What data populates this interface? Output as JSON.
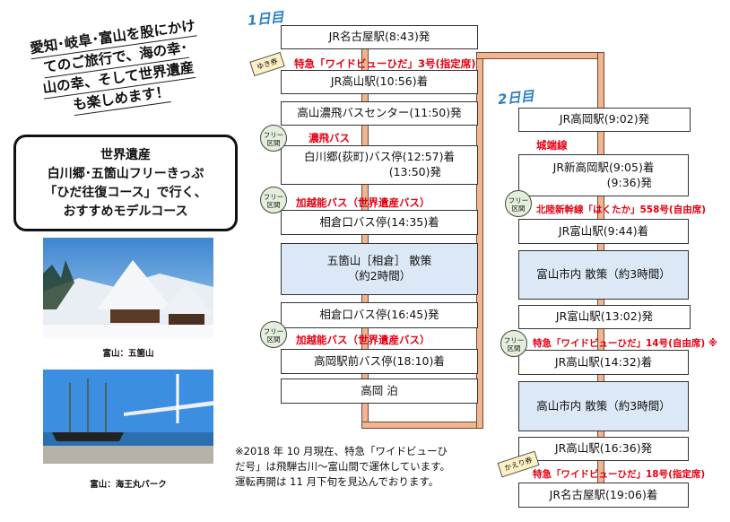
{
  "slogan": [
    "愛知･岐阜･富山を股にかけ",
    "てのご旅行で、海の幸･",
    "山の幸、そして世界遺産",
    "も楽しめます！"
  ],
  "title_box": [
    "世界遺産",
    "白川郷･五箇山フリーきっぷ",
    "「ひだ往復コース」で行く、",
    "おすすめモデルコース"
  ],
  "photos": [
    {
      "caption": "富山：五箇山"
    },
    {
      "caption": "富山：海王丸パーク"
    }
  ],
  "note": "※2018 年 10 月現在、特急「ワイドビューひだ号」は飛騨古川～富山間で運休しています。運転再開は 11 月下旬を見込んでおります。",
  "free_label": [
    "フリー",
    "区間"
  ],
  "colors": {
    "accent": "#e60012",
    "day": "#2a7fc4",
    "route": "#f2b58f",
    "sightseeing": "#dce8f5"
  },
  "day1": {
    "label": "1日目",
    "badge": "ゆき券",
    "stops": [
      "JR名古屋駅(8:43)発",
      "JR高山駅(10:56)着",
      "高山濃飛バスセンター(11:50)発",
      [
        "白川郷(荻町)バス停(12:57)着",
        "(13:50)発"
      ],
      "相倉口バス停(14:35)着",
      [
        "五箇山［相倉］ 散策",
        "（約2時間）"
      ],
      "相倉口バス停(16:45)発",
      "高岡駅前バス停(18:10)着",
      "高岡 泊"
    ],
    "trains": [
      "特急「ワイドビューひだ」3号(指定席)",
      "濃飛バス",
      "加越能バス（世界遺産バス）",
      "加越能バス（世界遺産バス）"
    ]
  },
  "day2": {
    "label": "2日目",
    "badge": "かえり券",
    "stops": [
      "JR高岡駅(9:02)発",
      [
        "JR新高岡駅(9:05)着",
        "(9:36)発"
      ],
      "JR富山駅(9:44)着",
      "富山市内 散策（約3時間）",
      "JR富山駅(13:02)発",
      "JR高山駅(14:32)着",
      "高山市内 散策（約3時間）",
      "JR高山駅(16:36)発",
      "JR名古屋駅(19:06)着"
    ],
    "trains": [
      "城端線",
      "北陸新幹線「はくたか」558号(自由席)",
      "特急「ワイドビューひだ」14号(自由席) ※",
      "特急「ワイドビューひだ」18号(指定席)"
    ]
  }
}
